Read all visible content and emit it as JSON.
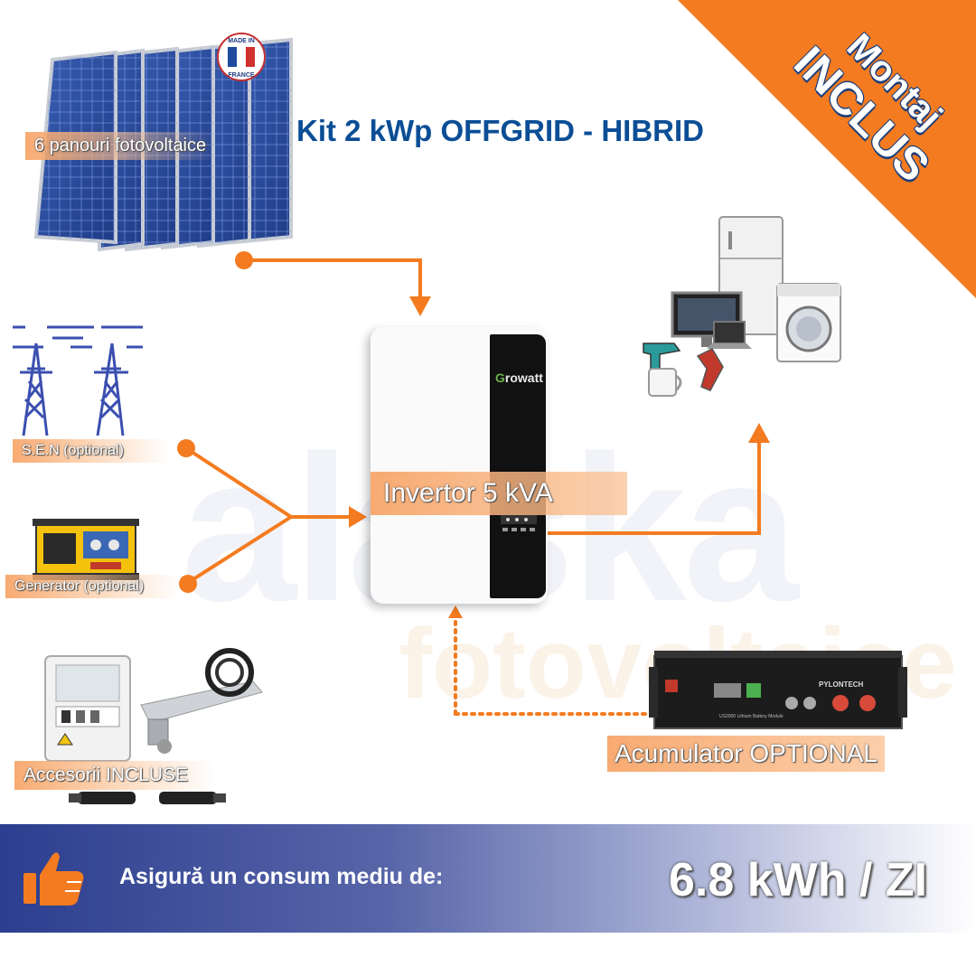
{
  "title": "Kit 2 kWp OFFGRID - HIBRID",
  "corner": {
    "line1": "Montaj",
    "line2": "INCLUS"
  },
  "watermark": {
    "line1": "alaska",
    "line2": "fotovoltaice"
  },
  "panels": {
    "label": "6 panouri fotovoltaice",
    "badge": "MADE IN FRANCE"
  },
  "grid": {
    "label": "S.E.N (optional)"
  },
  "generator": {
    "label": "Generator (optional)"
  },
  "inverter": {
    "label": "Invertor 5 kVA",
    "brand": "Growatt"
  },
  "battery": {
    "label": "Acumulator OPTIONAL",
    "brand": "PYLONTECH",
    "model": "US2000 Lithium Battery Module"
  },
  "accessories": {
    "label": "Accesorii INCLUSE"
  },
  "bottom": {
    "text": "Asigură un consum mediu de:",
    "value": "6.8 kWh / ZI"
  },
  "colors": {
    "accent": "#f47b20",
    "title": "#0b4e96",
    "bar_start": "#2c3e8f"
  },
  "icons": [
    "solar-panels-icon",
    "power-tower-icon",
    "generator-icon",
    "inverter-icon",
    "appliances-icon",
    "battery-icon",
    "accessories-icon",
    "thumbs-up-icon"
  ]
}
